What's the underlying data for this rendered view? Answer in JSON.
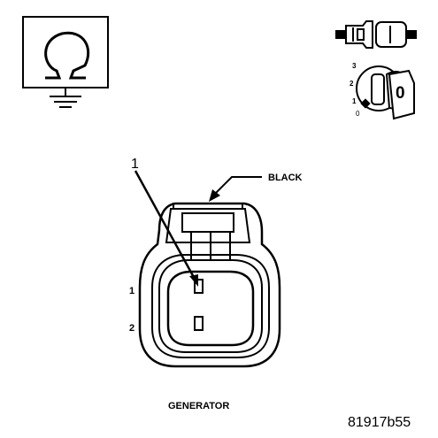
{
  "callout": {
    "number": "1",
    "wire_color": "BLACK"
  },
  "pins": [
    {
      "label": "1"
    },
    {
      "label": "2"
    }
  ],
  "ignition_key": {
    "positions": [
      "3",
      "2",
      "1",
      "0"
    ],
    "key_face": "0"
  },
  "component_name": "GENERATOR",
  "figure_id": "81917b55",
  "icons": {
    "ohmmeter": "ohmmeter-resistance-icon",
    "connector": "disconnect-connector-icon",
    "ignition": "ignition-key-off-icon"
  }
}
